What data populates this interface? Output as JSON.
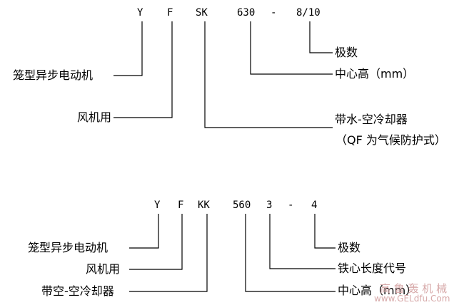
{
  "diagram1": {
    "code": {
      "y": "Y",
      "f": "F",
      "sk": "SK",
      "num": "630",
      "dash": "-",
      "poles": "8/10"
    },
    "labels": {
      "poles": "极数",
      "center_height": "中心高（mm）",
      "motor": "笼型异步电动机",
      "fan": "风机用",
      "cooler": "带水-空冷却器",
      "qf": "（QF 为气候防护式）"
    }
  },
  "diagram2": {
    "code": {
      "y": "Y",
      "f": "F",
      "kk": "KK",
      "num": "560",
      "core": "3",
      "dash": "-",
      "poles": "4"
    },
    "labels": {
      "poles": "极数",
      "core_length": "铁心长度代号",
      "center_height": "中心高（mm）",
      "motor": "笼型异步电动机",
      "fan": "风机用",
      "cooler": "带空-空冷却器"
    }
  },
  "watermark": {
    "line1": "高 鲁 轰 机 械",
    "line2": "www.GELdfu.Com"
  }
}
